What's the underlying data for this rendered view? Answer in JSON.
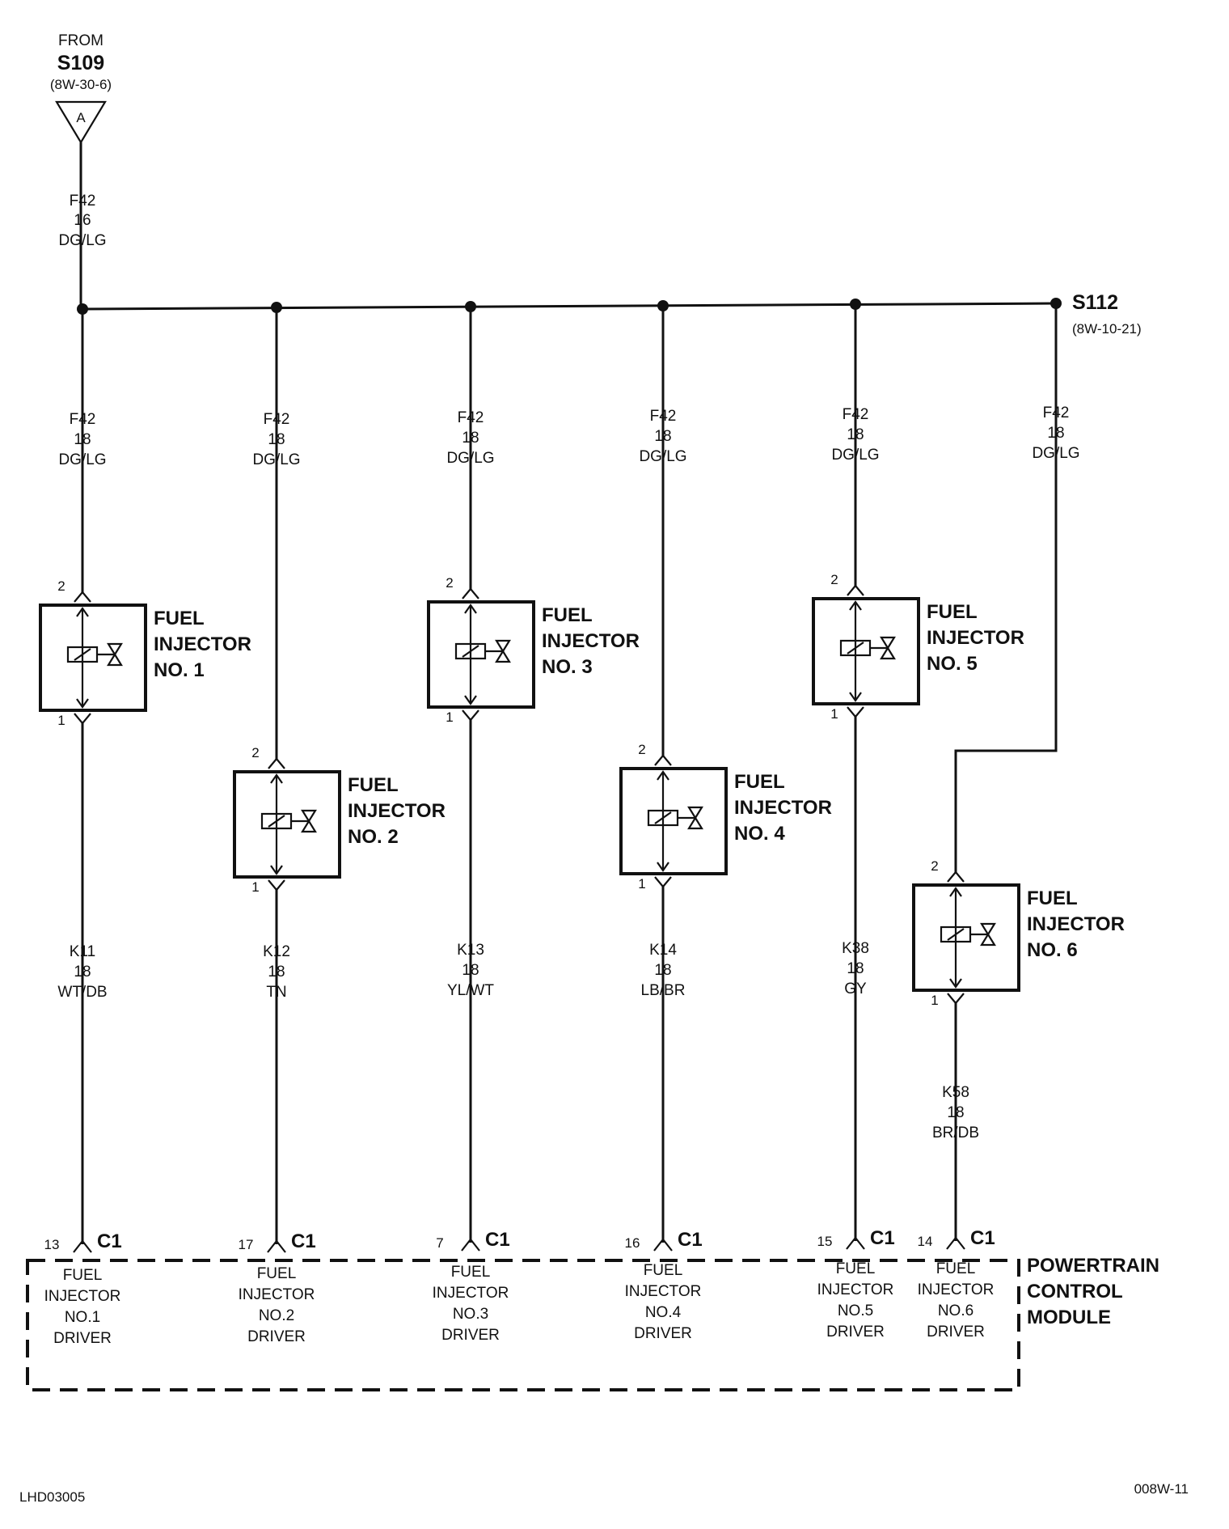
{
  "source": {
    "from_label": "FROM",
    "splice": "S109",
    "ref": "(8W-30-6)",
    "connector_letter": "A",
    "wire": {
      "circuit": "F42",
      "gauge": "16",
      "color": "DG/LG"
    }
  },
  "splice_end": {
    "name": "S112",
    "ref": "(8W-10-21)"
  },
  "injectors": [
    {
      "title_line1": "FUEL",
      "title_line2": "INJECTOR",
      "title_line3": "NO. 1",
      "pin_top": "2",
      "pin_bottom": "1",
      "supply": {
        "circuit": "F42",
        "gauge": "18",
        "color": "DG/LG"
      },
      "driver": {
        "circuit": "K11",
        "gauge": "18",
        "color": "WT/DB"
      },
      "pcm_pin": "13",
      "pcm_connector": "C1",
      "pcm_label": [
        "FUEL",
        "INJECTOR",
        "NO.1",
        "DRIVER"
      ]
    },
    {
      "title_line1": "FUEL",
      "title_line2": "INJECTOR",
      "title_line3": "NO. 2",
      "pin_top": "2",
      "pin_bottom": "1",
      "supply": {
        "circuit": "F42",
        "gauge": "18",
        "color": "DG/LG"
      },
      "driver": {
        "circuit": "K12",
        "gauge": "18",
        "color": "TN"
      },
      "pcm_pin": "17",
      "pcm_connector": "C1",
      "pcm_label": [
        "FUEL",
        "INJECTOR",
        "NO.2",
        "DRIVER"
      ]
    },
    {
      "title_line1": "FUEL",
      "title_line2": "INJECTOR",
      "title_line3": "NO. 3",
      "pin_top": "2",
      "pin_bottom": "1",
      "supply": {
        "circuit": "F42",
        "gauge": "18",
        "color": "DG/LG"
      },
      "driver": {
        "circuit": "K13",
        "gauge": "18",
        "color": "YL/WT"
      },
      "pcm_pin": "7",
      "pcm_connector": "C1",
      "pcm_label": [
        "FUEL",
        "INJECTOR",
        "NO.3",
        "DRIVER"
      ]
    },
    {
      "title_line1": "FUEL",
      "title_line2": "INJECTOR",
      "title_line3": "NO. 4",
      "pin_top": "2",
      "pin_bottom": "1",
      "supply": {
        "circuit": "F42",
        "gauge": "18",
        "color": "DG/LG"
      },
      "driver": {
        "circuit": "K14",
        "gauge": "18",
        "color": "LB/BR"
      },
      "pcm_pin": "16",
      "pcm_connector": "C1",
      "pcm_label": [
        "FUEL",
        "INJECTOR",
        "NO.4",
        "DRIVER"
      ]
    },
    {
      "title_line1": "FUEL",
      "title_line2": "INJECTOR",
      "title_line3": "NO. 5",
      "pin_top": "2",
      "pin_bottom": "1",
      "supply": {
        "circuit": "F42",
        "gauge": "18",
        "color": "DG/LG"
      },
      "driver": {
        "circuit": "K38",
        "gauge": "18",
        "color": "GY"
      },
      "pcm_pin": "15",
      "pcm_connector": "C1",
      "pcm_label": [
        "FUEL",
        "INJECTOR",
        "NO.5",
        "DRIVER"
      ]
    },
    {
      "title_line1": "FUEL",
      "title_line2": "INJECTOR",
      "title_line3": "NO. 6",
      "pin_top": "2",
      "pin_bottom": "1",
      "supply": {
        "circuit": "F42",
        "gauge": "18",
        "color": "DG/LG"
      },
      "driver": {
        "circuit": "K58",
        "gauge": "18",
        "color": "BR/DB"
      },
      "pcm_pin": "14",
      "pcm_connector": "C1",
      "pcm_label": [
        "FUEL",
        "INJECTOR",
        "NO.6",
        "DRIVER"
      ]
    }
  ],
  "module": {
    "line1": "POWERTRAIN",
    "line2": "CONTROL",
    "line3": "MODULE"
  },
  "footer": {
    "left": "LHD03005",
    "right": "008W-11"
  }
}
